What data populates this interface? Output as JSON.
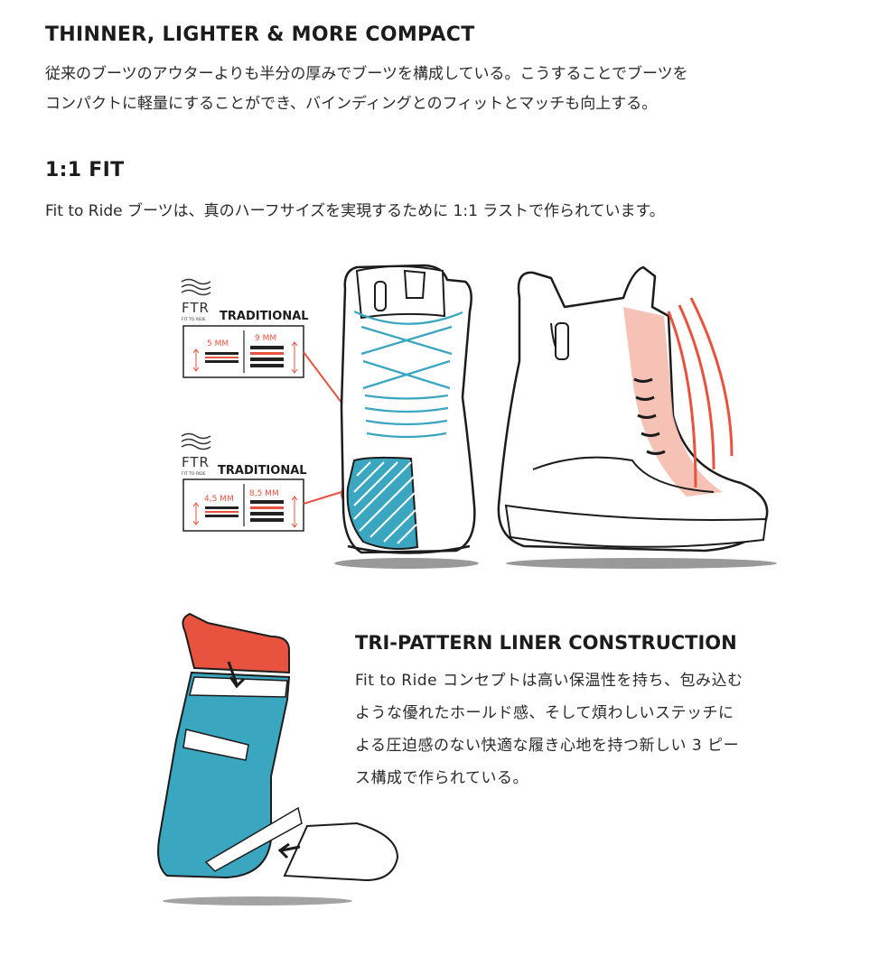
{
  "section1": {
    "title": "THINNER, LIGHTER & MORE COMPACT",
    "body_line1": "従来のブーツのアウターよりも半分の厚みでブーツを構成している。こうすることでブーツを",
    "body_line2": "コンパクトに軽量にすることができ、バインディングとのフィットとマッチも向上する。"
  },
  "section2": {
    "title": "1:1 FIT",
    "body": "Fit to Ride ブーツは、真のハーフサイズを実現するために 1:1 ラストで作られています。"
  },
  "diagram": {
    "logo_text": "FTR",
    "logo_sub": "FIT TO RIDE",
    "compare_top": {
      "heading": "TRADITIONAL",
      "ftr_value": "5 MM",
      "traditional_value": "9 MM"
    },
    "compare_bottom": {
      "heading": "TRADITIONAL",
      "ftr_value": "4,5 MM",
      "traditional_value": "8,5 MM"
    }
  },
  "section3": {
    "title": "TRI-PATTERN LINER CONSTRUCTION",
    "body_line1": "Fit to Ride コンセプトは高い保温性を持ち、包み込む",
    "body_line2": "ような優れたホールド感、そして煩わしいステッチに",
    "body_line3": "よる圧迫感のない快適な履き心地を持つ新しい 3 ピー",
    "body_line4": "ス構成で作られている。"
  },
  "colors": {
    "accent_red": "#e8533f",
    "accent_blue": "#3aa6bf",
    "ink": "#1c1c1c"
  }
}
